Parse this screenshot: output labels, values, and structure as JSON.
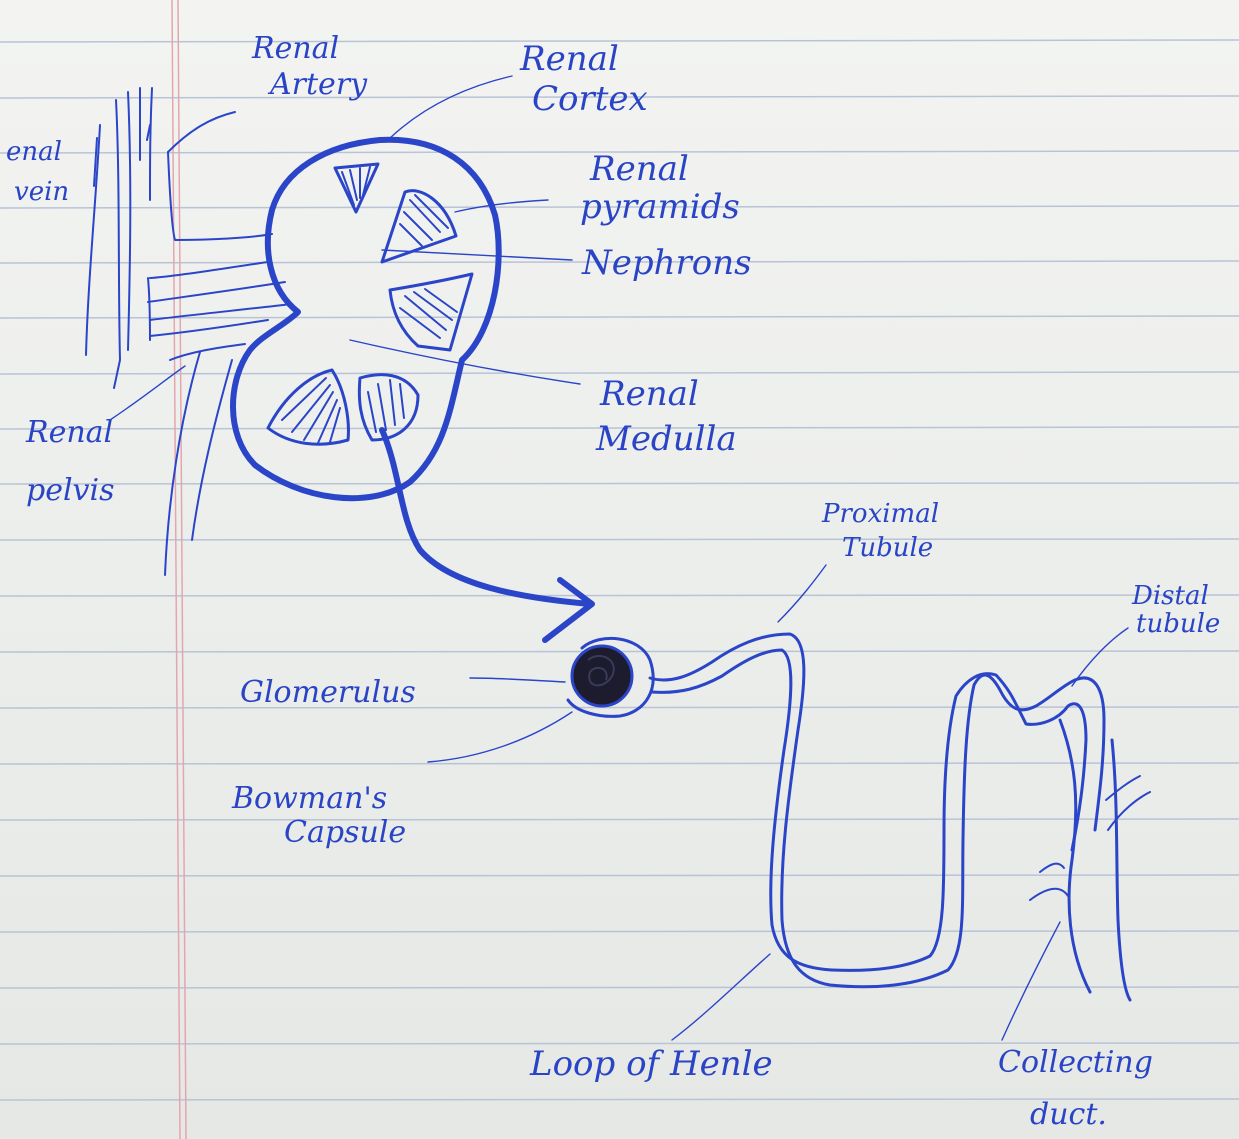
{
  "colors": {
    "ink": "#2b45c8",
    "paper": "#eef0ee",
    "rule_lines": "#b9c3d6",
    "margin_line": "#e4a6ad",
    "glomerulus": "#1c1c2e"
  },
  "labels": {
    "renal_vein_1": "enal",
    "renal_vein_2": "vein",
    "renal_artery_1": "Renal",
    "renal_artery_2": "Artery",
    "renal_cortex_1": "Renal",
    "renal_cortex_2": "Cortex",
    "renal_pyramids_1": "Renal",
    "renal_pyramids_2": "pyramids",
    "nephrons": "Nephrons",
    "renal_medulla_1": "Renal",
    "renal_medulla_2": "Medulla",
    "renal_pelvis_1": "Renal",
    "renal_pelvis_2": "pelvis",
    "proximal_tubule_1": "Proximal",
    "proximal_tubule_2": "Tubule",
    "distal_tubule_1": "Distal",
    "distal_tubule_2": "tubule",
    "glomerulus": "Glomerulus",
    "bowmans_capsule_1": "Bowman's",
    "bowmans_capsule_2": "Capsule",
    "loop_of_henle": "Loop of Henle",
    "collecting_duct_1": "Collecting",
    "collecting_duct_2": "duct."
  }
}
